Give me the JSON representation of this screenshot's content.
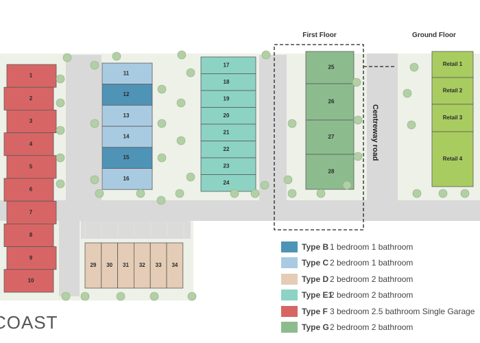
{
  "headers": {
    "first_floor": "First Floor",
    "ground_floor": "Ground Floor"
  },
  "road_label": "Centreway road",
  "colors": {
    "type_b": "#4f93b6",
    "type_c": "#a9cbe2",
    "type_d": "#e4ccb6",
    "type_e1": "#8cd3c4",
    "type_f": "#d86565",
    "type_g": "#8cbc8e",
    "retail": "#a9cc60",
    "road": "#dadada",
    "site": "#e9eee4",
    "tree": "#b3cfa6"
  },
  "units": {
    "type_f": [
      "1",
      "2",
      "3",
      "4",
      "5",
      "6",
      "7",
      "8",
      "9",
      "10"
    ],
    "block_b_c": [
      {
        "label": "11",
        "type": "type_c"
      },
      {
        "label": "12",
        "type": "type_b"
      },
      {
        "label": "13",
        "type": "type_c"
      },
      {
        "label": "14",
        "type": "type_c"
      },
      {
        "label": "15",
        "type": "type_b"
      },
      {
        "label": "16",
        "type": "type_c"
      }
    ],
    "type_e1": [
      "17",
      "18",
      "19",
      "20",
      "21",
      "22",
      "23",
      "24"
    ],
    "type_g": [
      "25",
      "26",
      "27",
      "28"
    ],
    "type_d": [
      "29",
      "30",
      "31",
      "32",
      "33",
      "34"
    ],
    "retail": [
      "Retail 1",
      "Retail 2",
      "Retail 3",
      "Retail 4"
    ]
  },
  "legend": [
    {
      "type": "Type B",
      "desc": "1 bedroom 1 bathroom",
      "color": "#4f93b6"
    },
    {
      "type": "Type C",
      "desc": "2 bedroom 1 bathroom",
      "color": "#a9cbe2"
    },
    {
      "type": "Type D",
      "desc": "2 bedroom 2 bathroom",
      "color": "#e4ccb6"
    },
    {
      "type": "Type E1",
      "desc": "2 bedroom 2 bathroom",
      "color": "#8cd3c4"
    },
    {
      "type": "Type F",
      "desc": "3 bedroom 2.5 bathroom Single Garage",
      "color": "#d86565"
    },
    {
      "type": "Type G",
      "desc": "2 bedroom 2 bathroom",
      "color": "#8cbc8e"
    }
  ],
  "logo": "COAST"
}
